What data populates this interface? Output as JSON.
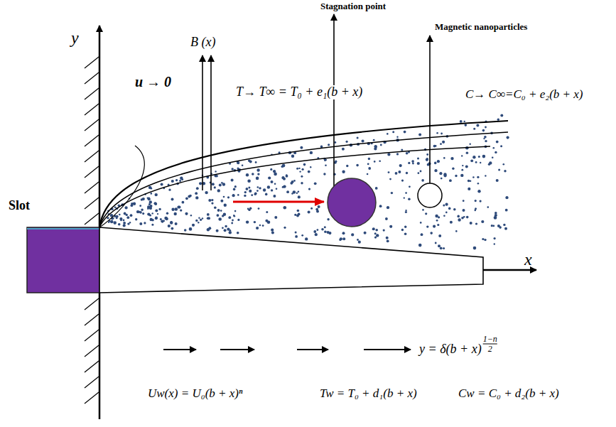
{
  "diagram": {
    "labels": [
      "Stagnation point",
      "Magnetic nanoparticles",
      "y",
      "B (x)",
      "u → 0",
      "T→ T∞ = T₀ + e₁(b + x)",
      "C→ C∞=C₀ + e₂(b + x)",
      "Slot",
      "x",
      "y = δ(b + x)",
      "1−n",
      "2",
      "Uw(x) = U₀(b + x)ⁿ",
      "Tw = T₀ + d₁(b + x)",
      "Cw = C₀ + d₂(b + x)"
    ]
  }
}
